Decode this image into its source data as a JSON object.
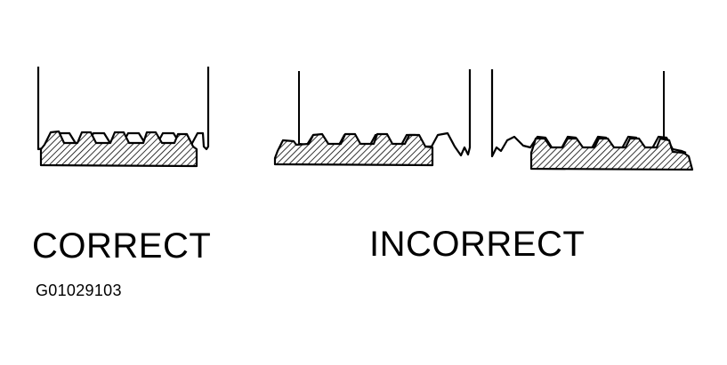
{
  "labels": {
    "correct": "CORRECT",
    "incorrect": "INCORRECT",
    "figure_code": "G01029103"
  },
  "colors": {
    "ink": "#000000",
    "background": "#ffffff"
  }
}
